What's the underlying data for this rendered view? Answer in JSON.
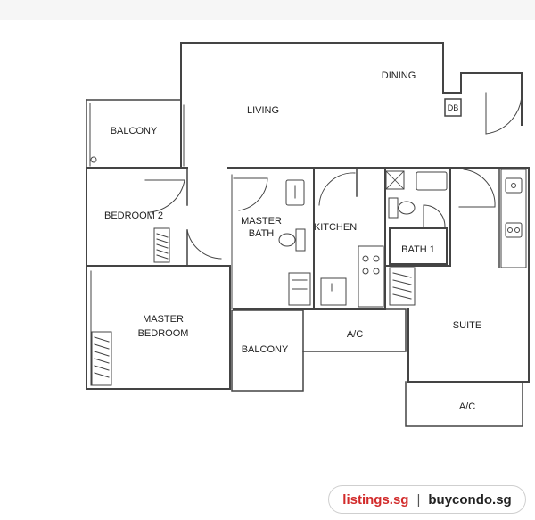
{
  "rooms": {
    "dining": "DINING",
    "living": "LIVING",
    "balcony_top": "BALCONY",
    "bedroom2": "BEDROOM 2",
    "master_bath_1": "MASTER",
    "master_bath_2": "BATH",
    "kitchen": "KITCHEN",
    "bath1": "BATH 1",
    "master_bedroom_1": "MASTER",
    "master_bedroom_2": "BEDROOM",
    "balcony_bottom": "BALCONY",
    "ac_middle": "A/C",
    "suite": "SUITE",
    "ac_right": "A/C"
  },
  "fixtures": {
    "db": "DB"
  },
  "watermark": {
    "left": "listings.sg",
    "separator": "|",
    "right": "buycondo.sg"
  },
  "colors": {
    "wall": "#444444",
    "watermark_red": "#d22b2b"
  }
}
